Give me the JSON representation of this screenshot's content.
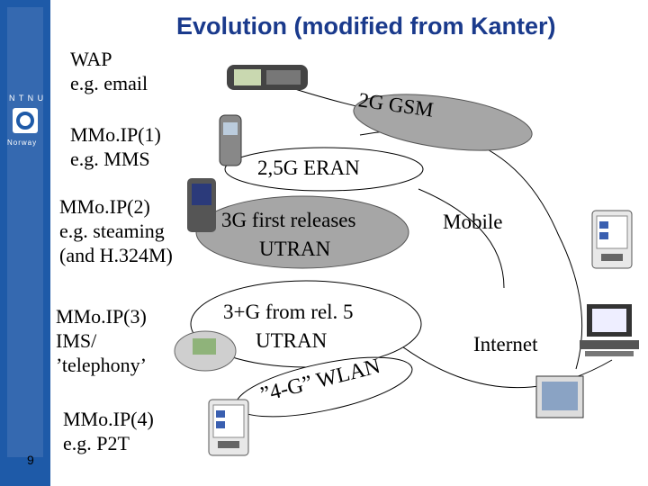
{
  "title": "Evolution  (modified from Kanter)",
  "sidebar": {
    "org_text": "N T N U",
    "org_sub": "Norway"
  },
  "page_number": "9",
  "steps": [
    {
      "line1": "WAP",
      "line2": "e.g. email"
    },
    {
      "line1": "MMo.IP(1)",
      "line2": "e.g. MMS"
    },
    {
      "line1": "MMo.IP(2)",
      "line2": "e.g. steaming",
      "line3": "(and H.324M)"
    },
    {
      "line1": "MMo.IP(3)",
      "line2": "IMS/",
      "line3": "’telephony’"
    },
    {
      "line1": "MMo.IP(4)",
      "line2": "e.g. P2T"
    }
  ],
  "generations": {
    "gsm": "2G GSM",
    "eran": "2,5G ERAN",
    "g3_line1": "3G first releases",
    "g3_line2": "UTRAN",
    "g3plus_line1": "3+G from rel. 5",
    "g3plus_line2": "UTRAN",
    "wlan": "”4-G” WLAN"
  },
  "networks": {
    "mobile": "Mobile",
    "internet": "Internet"
  },
  "colors": {
    "ellipse_fill": "#a6a6a6",
    "title": "#1a3a8c",
    "sidebar": "#1e5aa8"
  },
  "icons": [
    "phone-icon",
    "pda-icon",
    "desktop-computer-icon",
    "laptop-icon"
  ]
}
